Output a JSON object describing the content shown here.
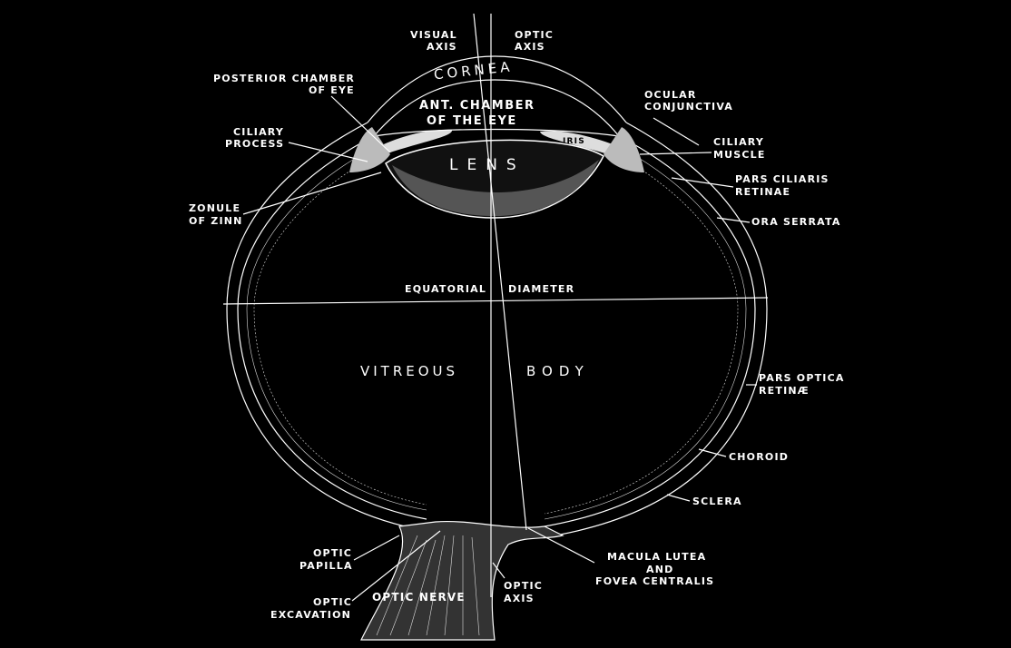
{
  "labels": {
    "visual_axis": [
      "VISUAL",
      "AXIS"
    ],
    "optic_axis_top": [
      "OPTIC",
      "AXIS"
    ],
    "cornea": "CORNEA",
    "posterior_chamber": [
      "POSTERIOR CHAMBER",
      "OF EYE"
    ],
    "ant_chamber": [
      "ANT. CHAMBER",
      "OF THE EYE"
    ],
    "ciliary_process": [
      "CILIARY",
      "PROCESS"
    ],
    "iris": "IRIS",
    "lens": "LENS",
    "ocular_conjunctiva": [
      "OCULAR",
      "CONJUNCTIVA"
    ],
    "ciliary_muscle": [
      "CILIARY",
      "MUSCLE"
    ],
    "pars_ciliaris": [
      "PARS CILIARIS",
      "RETINAE"
    ],
    "zonule": [
      "ZONULE",
      "OF ZINN"
    ],
    "ora_serrata": "ORA SERRATA",
    "equatorial": [
      "EQUATORIAL",
      "DIAMETER"
    ],
    "vitreous": [
      "VITREOUS",
      "BODY"
    ],
    "pars_optica": [
      "PARS OPTICA",
      "RETINÆ"
    ],
    "choroid": "CHOROID",
    "sclera": "SCLERA",
    "optic_papilla": [
      "OPTIC",
      "PAPILLA"
    ],
    "macula": [
      "MACULA LUTEA",
      "AND",
      "FOVEA CENTRALIS"
    ],
    "optic_axis_bottom": [
      "OPTIC",
      "AXIS"
    ],
    "optic_excavation": [
      "OPTIC",
      "EXCAVATION"
    ],
    "optic_nerve": "OPTIC NERVE"
  }
}
